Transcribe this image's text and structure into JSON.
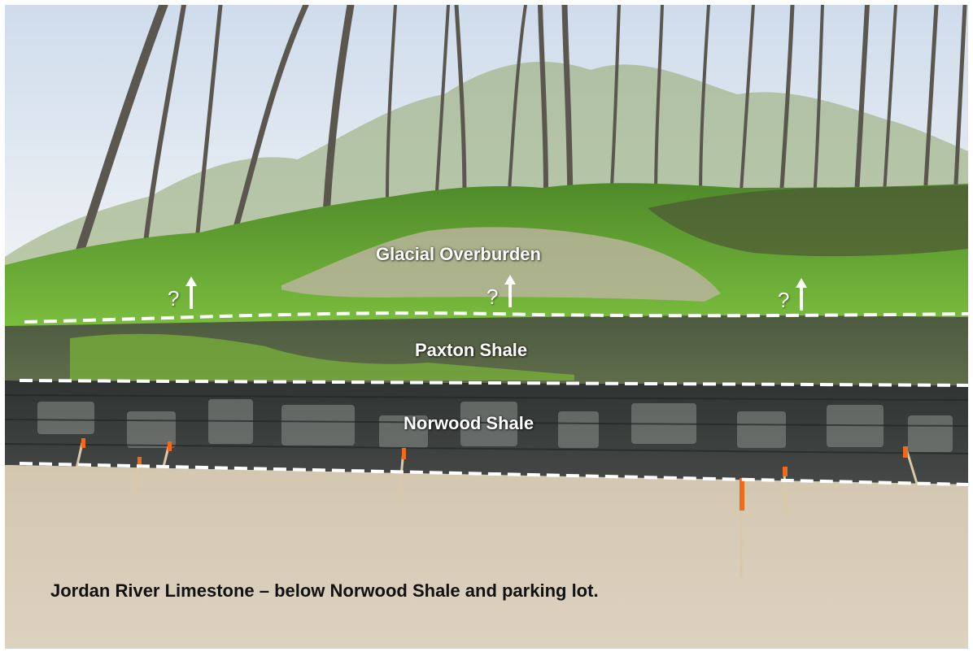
{
  "labels": {
    "glacial": "Glacial Overburden",
    "paxton": "Paxton Shale",
    "norwood": "Norwood Shale"
  },
  "markers": [
    {
      "symbol": "?"
    },
    {
      "symbol": "?"
    },
    {
      "symbol": "?"
    }
  ],
  "caption": "Jordan River Limestone – below Norwood Shale and parking lot.",
  "colors": {
    "sky": "#dfe8f2",
    "grass": "#6fb03c",
    "paxton": "#55604a",
    "norwood": "#3a3d3b",
    "parking_lot": "#d8cdb8",
    "boundary_line": "#ffffff",
    "stake_flag": "#f06a1c"
  }
}
